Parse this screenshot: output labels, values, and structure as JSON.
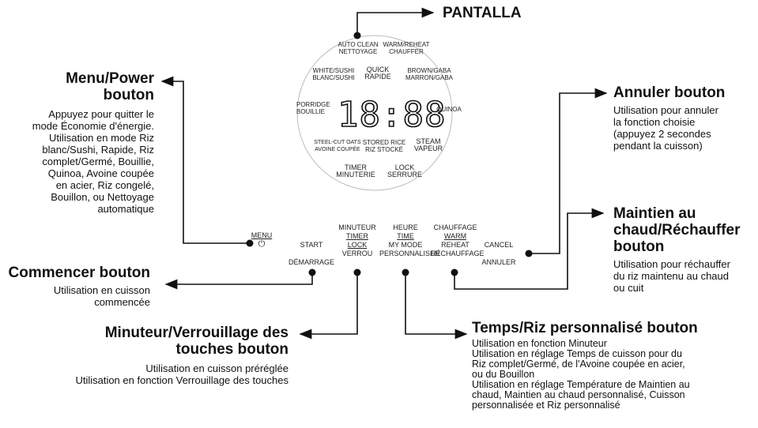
{
  "pantalla_label": "PANTALLA",
  "display": {
    "auto_clean": "AUTO CLEAN",
    "nettoyage": "NETTOYAGE",
    "warm_reheat": "WARM/REHEAT",
    "chauffer": "CHAUFFER",
    "white_sushi": "WHITE/SUSHI",
    "blanc_sushi": "BLANC/SUSHI",
    "quick": "QUICK",
    "rapide": "RAPIDE",
    "brown_gaba": "BROWN/GABA",
    "marron_gaba": "MARRON/GABA",
    "porridge": "PORRIDGE",
    "bouillie": "BOUILLIE",
    "time_readout": "18:88",
    "quinoa": "QUINOA",
    "steel_cut_oats": "STEEL-CUT OATS",
    "avoine_coupee": "AVOINE COUPÉE",
    "stored_rice": "STORED RICE",
    "riz_stocke": "RIZ STOCKÉ",
    "steam": "STEAM",
    "vapeur": "VAPEUR",
    "timer": "TIMER",
    "minuterie": "MINUTERIE",
    "lock": "LOCK",
    "serrure": "SERRURE"
  },
  "buttons": {
    "menu": "MENU",
    "start": "START",
    "demarrage": "DÉMARRAGE",
    "minuteur": "MINUTEUR",
    "timer": "TIMER",
    "lock": "LOCK",
    "verrou": "VERROU",
    "heure": "HEURE",
    "time": "TIME",
    "my_mode": "MY MODE",
    "personnaliser": "PERSONNALISER",
    "chauffage": "CHAUFFAGE",
    "warm": "WARM",
    "reheat": "REHEAT",
    "rechauffage": "RÉCHAUFFAGE",
    "cancel": "CANCEL",
    "annuler": "ANNULER"
  },
  "callouts": {
    "menu_power": {
      "title_line1": "Menu/Power",
      "title_line2": "bouton",
      "desc": [
        "Appuyez pour quitter le",
        "mode Économie d'énergie.",
        "Utilisation en mode Riz",
        "blanc/Sushi, Rapide, Riz",
        "complet/Germé, Bouillie,",
        "Quinoa, Avoine coupée",
        "en acier, Riz congelé,",
        "Bouillon, ou Nettoyage",
        "automatique"
      ]
    },
    "commencer": {
      "title": "Commencer bouton",
      "desc": [
        "Utilisation en cuisson",
        "commencée"
      ]
    },
    "minuteur": {
      "title_line1": "Minuteur/Verrouillage des",
      "title_line2": "touches bouton",
      "desc": [
        "Utilisation en cuisson préréglée",
        "Utilisation en fonction Verrouillage des touches"
      ]
    },
    "annuler": {
      "title": "Annuler bouton",
      "desc": [
        "Utilisation pour annuler",
        "la fonction choisie",
        "(appuyez 2 secondes",
        "pendant la cuisson)"
      ]
    },
    "maintien": {
      "title_line1": "Maintien au",
      "title_line2": "chaud/Réchauffer",
      "title_line3": "bouton",
      "desc": [
        "Utilisation pour réchauffer",
        "du riz maintenu au chaud",
        "ou cuit"
      ]
    },
    "temps": {
      "title": "Temps/Riz personnalisé bouton",
      "desc": [
        "Utilisation en fonction Minuteur",
        "Utilisation en réglage Temps de cuisson pour du",
        "Riz complet/Germé, de l'Avoine coupée en acier,",
        "ou du Bouillon",
        "Utilisation en réglage Température de Maintien au",
        "chaud, Maintien au chaud personnalisé, Cuisson",
        "personnalisée et Riz personnalisé"
      ]
    }
  }
}
